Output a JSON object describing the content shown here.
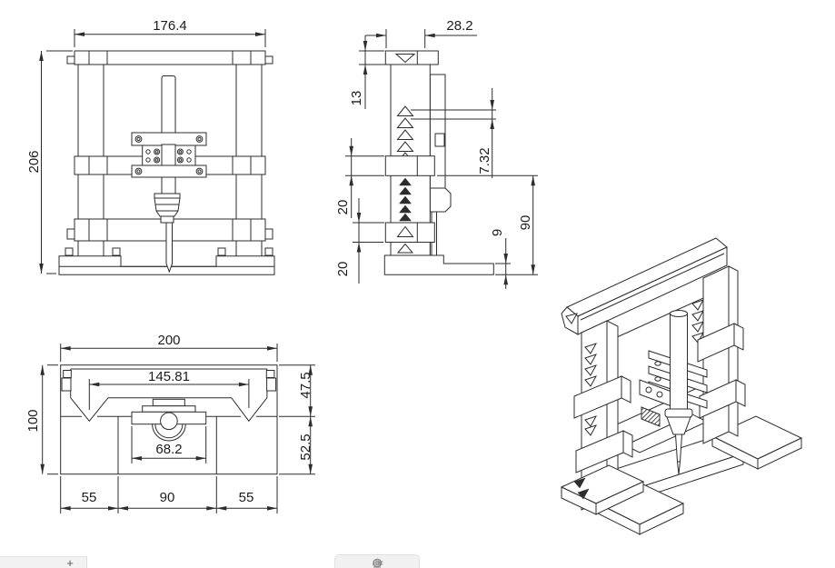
{
  "drawing": {
    "line_color": "#2d2d2d",
    "text_color": "#1c1c1c",
    "front": {
      "width": "176.4",
      "height": "206"
    },
    "side": {
      "width": "28.2",
      "head_height": "13",
      "step": "7.32",
      "upper_clamp": "20",
      "lower_clamp": "20",
      "right_height": "90",
      "foot_plate": "9"
    },
    "top": {
      "width": "200",
      "inner_width": "145.81",
      "depth": "100",
      "upper_depth": "47.5",
      "lower_depth": "52.5",
      "seg_left": "55",
      "seg_center": "90",
      "seg_right": "55",
      "slot_width": "68.2"
    }
  },
  "statusbar": {
    "add_tab_label": "+",
    "view_icons": [
      {
        "name": "pan-hand-icon"
      },
      {
        "name": "orbit-icon"
      },
      {
        "name": "zoom-window-icon"
      }
    ]
  }
}
